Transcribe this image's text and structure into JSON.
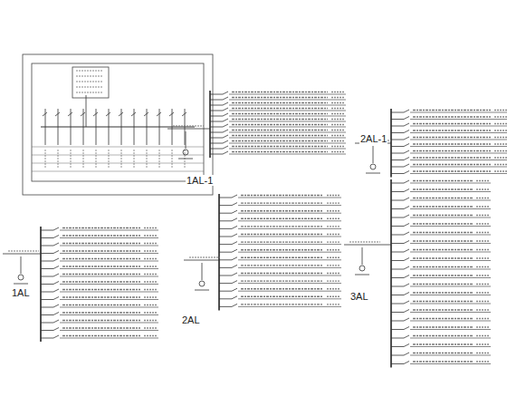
{
  "diagram": {
    "labels": [
      "1AL-1",
      "2AL-1",
      "1AL",
      "2AL",
      "3AL"
    ]
  }
}
